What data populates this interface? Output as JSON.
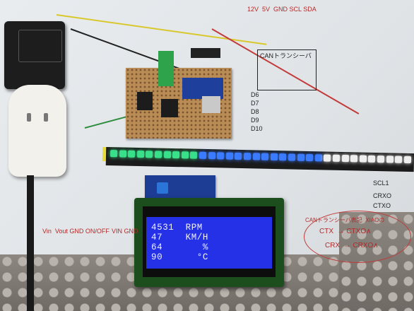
{
  "lcd": {
    "line1": "4531  RPM",
    "line2": "47    KM/H",
    "line3": "64       %",
    "line4": "90      °C"
  },
  "notes": {
    "can_box": "CANトランシーバ",
    "can_ellipse_title": "CANトランシーバ表記  XIAOの",
    "ctx_line": "CTX  → CTXO∧",
    "crx_line": "CRX  → CRXO∧",
    "scl1": "SCL1",
    "crxo": "CRXO",
    "ctxo": "CTXO",
    "bottom_labels": "Vin  Vout GND ON/OFF",
    "bottom_labels2": "VIN GND",
    "top_labels": "12V  5V  GND SCL SDA",
    "pins": "D6\nD7\nD8\nD9\nD10"
  },
  "colors": {
    "lcd_blue": "#2431e6",
    "led_green": "#39e08a",
    "led_blue": "#3a7bff"
  }
}
